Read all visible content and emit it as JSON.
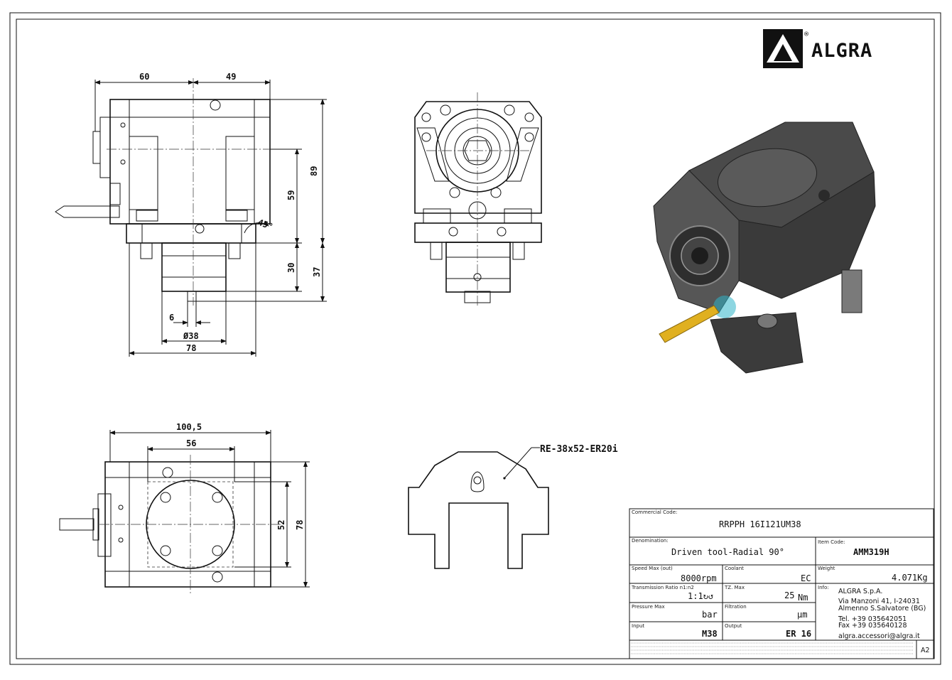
{
  "brand": {
    "name": "ALGRA",
    "registered": "®"
  },
  "dimensions": {
    "side_view": {
      "d60": "60",
      "d49": "49",
      "d89": "89",
      "d59": "59",
      "d30": "30",
      "d37": "37",
      "d6": "6",
      "d38": "Ø38",
      "d78": "78",
      "angle": "45°"
    },
    "bottom_view": {
      "d100_5": "100,5",
      "d56": "56",
      "d52": "52",
      "d78": "78"
    }
  },
  "callout": {
    "label": "RE-38x52-ER20i"
  },
  "title_block": {
    "commercial_code": {
      "label": "Commercial Code:",
      "value": "RRPPH 16I121UM38"
    },
    "denomination": {
      "label": "Denomination:",
      "value": "Driven tool-Radial 90°"
    },
    "item_code": {
      "label": "Item Code:",
      "value": "AMM319H"
    },
    "speed_max": {
      "label": "Speed Max (out)",
      "value": "8000rpm"
    },
    "coolant": {
      "label": "Coolant",
      "value": "EC"
    },
    "weight": {
      "label": "Weight",
      "value": "4.071Kg"
    },
    "transmission_ratio": {
      "label": "Transmission Ratio n1:n2",
      "value": "1:1↻↺"
    },
    "torque_max": {
      "label": "TZ. Max",
      "value": "25",
      "unit": "Nm"
    },
    "info": {
      "label": "Info:",
      "company": "ALGRA S.p.A.",
      "address1": "Via Manzoni 41, I-24031",
      "address2": "Almenno S.Salvatore (BG)",
      "tel": "Tel. +39 035642051",
      "fax": "Fax +39 035640128",
      "email": "algra.accessori@algra.it"
    },
    "pressure_max": {
      "label": "Pressure Max",
      "value": "bar"
    },
    "filtration": {
      "label": "Filtration",
      "value": "µm"
    },
    "input": {
      "label": "Input",
      "value": "M38"
    },
    "output": {
      "label": "Output",
      "value": "ER 16"
    },
    "sheet_size": "A2"
  },
  "colors": {
    "line": "#111111",
    "render_body": "#4a4a4a",
    "render_dark": "#2e2e2e",
    "render_light": "#7a7a7a",
    "tool_gold": "#e0b020",
    "accent_cyan": "#2fb5c9"
  }
}
